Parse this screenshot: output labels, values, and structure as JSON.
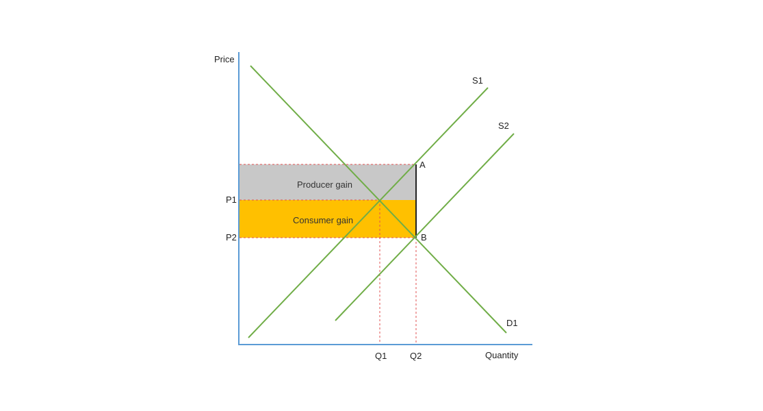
{
  "axes": {
    "y_label": "Price",
    "x_label": "Quantity"
  },
  "curves": {
    "demand": "D1",
    "supply_1": "S1",
    "supply_2": "S2"
  },
  "points": {
    "a": "A",
    "b": "B"
  },
  "price_ticks": {
    "p1": "P1",
    "p2": "P2"
  },
  "quantity_ticks": {
    "q1": "Q1",
    "q2": "Q2"
  },
  "regions": {
    "producer_gain": "Producer gain",
    "consumer_gain": "Consumer gain"
  },
  "colors": {
    "axis": "#5b9bd5",
    "curve": "#70ad47",
    "guide": "#e05050",
    "producer_fill": "#c8c8c8",
    "consumer_fill": "#ffc000",
    "segment": "#222222"
  }
}
